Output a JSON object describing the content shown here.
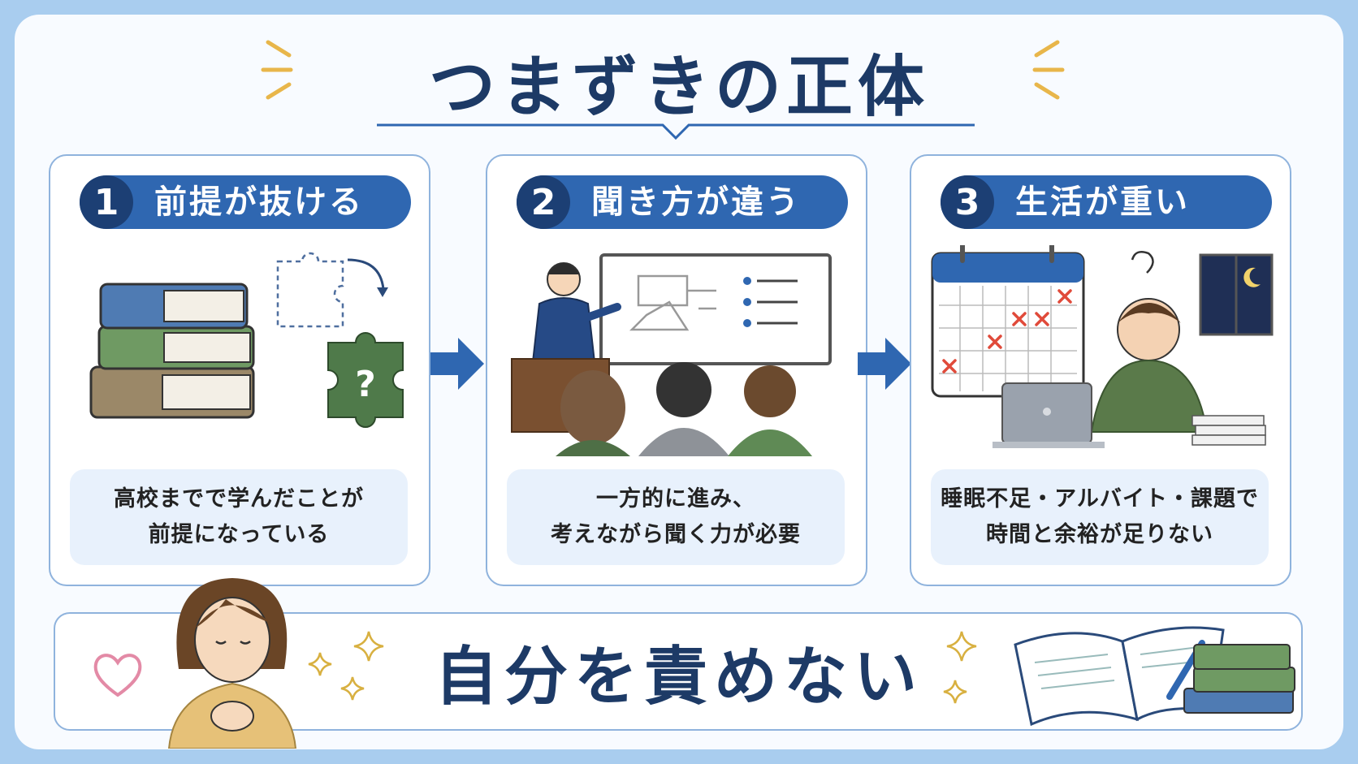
{
  "title": "つまずきの正体",
  "steps": [
    {
      "num": "1",
      "label": "前提が抜ける",
      "desc_line1": "高校までで学んだことが",
      "desc_line2": "前提になっている"
    },
    {
      "num": "2",
      "label": "聞き方が違う",
      "desc_line1": "一方的に進み、",
      "desc_line2": "考えながら聞く力が必要"
    },
    {
      "num": "3",
      "label": "生活が重い",
      "desc_line1": "睡眠不足・アルバイト・課題で",
      "desc_line2": "時間と余裕が足りない"
    }
  ],
  "conclusion": "自分を責めない",
  "colors": {
    "accent": "#2f67b1",
    "navy": "#1d3a66",
    "background": "#a9cdef",
    "mark": "#e04a3a"
  },
  "icons": [
    "books-icon",
    "puzzle-icon",
    "lecture-icon",
    "calendar-icon",
    "tired-student-icon",
    "heart-icon",
    "sparkle-icon",
    "open-notebook-icon"
  ]
}
